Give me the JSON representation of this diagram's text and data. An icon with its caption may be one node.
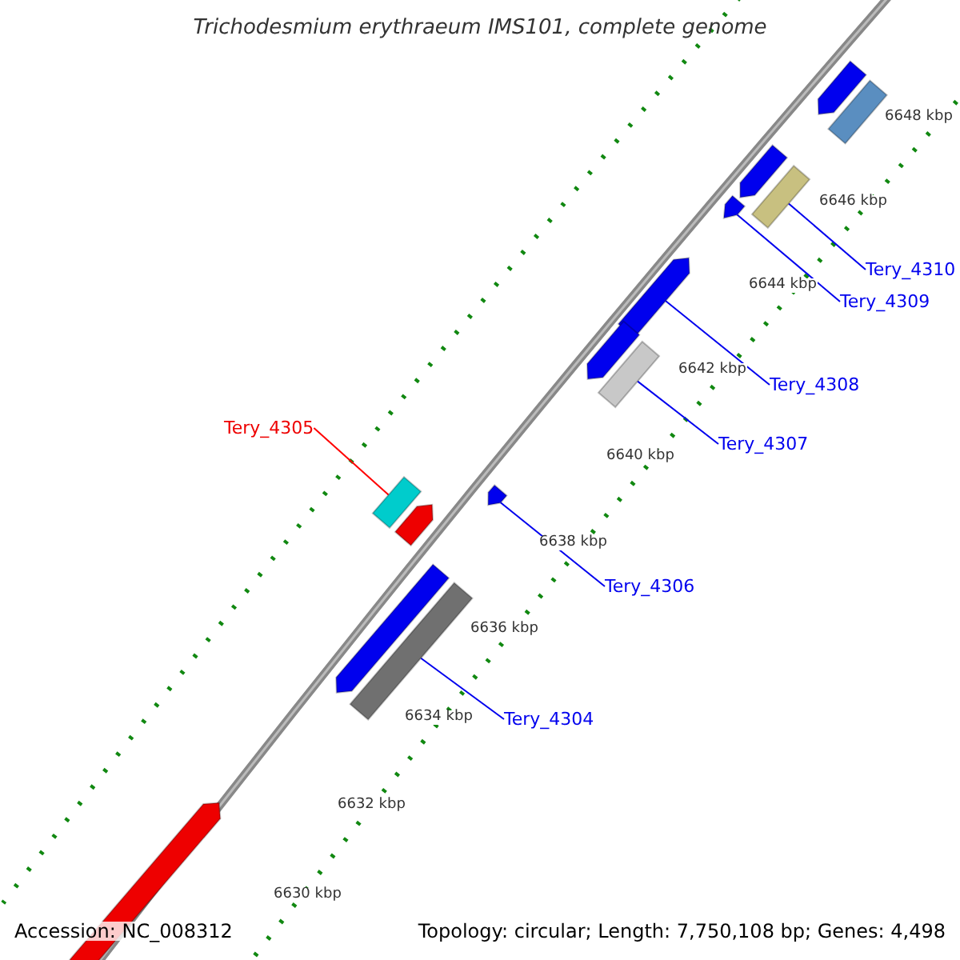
{
  "diagram": {
    "title": "Trichodesmium erythraeum IMS101, complete genome",
    "nodes": [
      {
        "text": [],
        "shape": "pentagon"
      },
      {
        "text": [],
        "shape": "bar"
      },
      {
        "text": [],
        "shape": "pentagon"
      },
      {
        "text": [],
        "shape": "pentagon"
      },
      {
        "text": [],
        "shape": "bar"
      },
      {
        "text": [
          "Tery_4310"
        ]
      },
      {
        "text": [
          "Tery_4309"
        ]
      },
      {
        "text": [],
        "shape": "pentagon"
      },
      {
        "text": [],
        "shape": "pentagon"
      },
      {
        "text": [],
        "shape": "bar"
      },
      {
        "text": [
          "Tery_4308"
        ]
      },
      {
        "text": [
          "Tery_4307"
        ]
      },
      {
        "text": [
          "Tery_4305"
        ]
      },
      {
        "text": [],
        "shape": "bar"
      },
      {
        "text": [],
        "shape": "pentagon"
      },
      {
        "text": [],
        "shape": "pentagon"
      },
      {
        "text": [
          "Tery_4306"
        ]
      },
      {
        "text": [],
        "shape": "pentagon"
      },
      {
        "text": [],
        "shape": "bar"
      },
      {
        "text": [
          "Tery_4304"
        ]
      },
      {
        "text": [],
        "shape": "pentagon"
      }
    ],
    "edges": [
      {
        "from": 5,
        "to": 4,
        "arrow": "none"
      },
      {
        "from": 6,
        "to": 3,
        "arrow": "none"
      },
      {
        "from": 10,
        "to": 7,
        "arrow": "none"
      },
      {
        "from": 11,
        "to": 9,
        "arrow": "none"
      },
      {
        "from": 12,
        "to": 13,
        "arrow": "none",
        "color": "#ff0000"
      },
      {
        "from": 16,
        "to": 15,
        "arrow": "none"
      },
      {
        "from": 19,
        "to": 18,
        "arrow": "none"
      }
    ],
    "labels": [
      "6648 kbp",
      "6646 kbp",
      "6644 kbp",
      "6642 kbp",
      "6640 kbp",
      "6638 kbp",
      "6636 kbp",
      "6634 kbp",
      "6632 kbp",
      "6630 kbp",
      "Accession: NC_008312",
      "Topology: circular; Length: 7,750,108 bp; Genes: 4,498"
    ]
  }
}
